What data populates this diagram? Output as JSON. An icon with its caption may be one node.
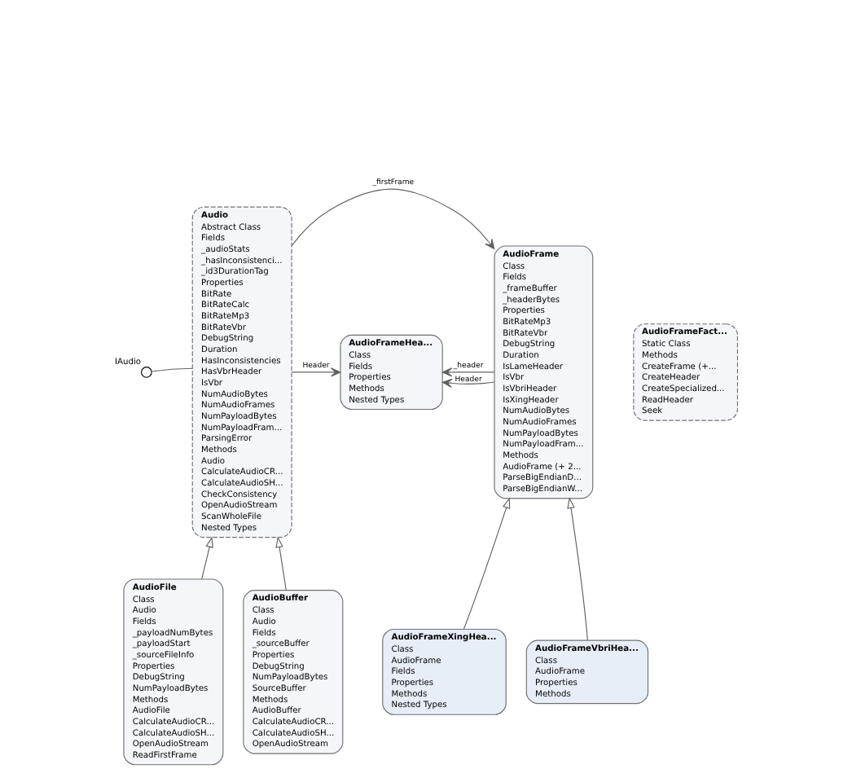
{
  "diagram": {
    "nodes": [
      {
        "text": [],
        "shape": "circle",
        "beside": [
          "IAudio"
        ]
      },
      {
        "text": [
          "Audio",
          "Abstract Class",
          "Fields",
          "_audioStats",
          "_hasInconsistenci...",
          "_id3DurationTag",
          "Properties",
          "BitRate",
          "BitRateCalc",
          "BitRateMp3",
          "BitRateVbr",
          "DebugString",
          "Duration",
          "HasInconsistencies",
          "HasVbrHeader",
          "IsVbr",
          "NumAudioBytes",
          "NumAudioFrames",
          "NumPayloadBytes",
          "NumPayloadFram...",
          "ParsingError",
          "Methods",
          "Audio",
          "CalculateAudioCR...",
          "CalculateAudioSH...",
          "CheckConsistency",
          "OpenAudioStream",
          "ScanWholeFile",
          "Nested Types"
        ]
      },
      {
        "text": [
          "AudioFrameHea...",
          "Class",
          "Fields",
          "Properties",
          "Methods",
          "Nested Types"
        ]
      },
      {
        "text": [
          "AudioFrame",
          "Class",
          "Fields",
          "_frameBuffer",
          "_headerBytes",
          "Properties",
          "BitRateMp3",
          "BitRateVbr",
          "DebugString",
          "Duration",
          "IsLameHeader",
          "IsVbr",
          "IsVbriHeader",
          "IsXingHeader",
          "NumAudioBytes",
          "NumAudioFrames",
          "NumPayloadBytes",
          "NumPayloadFram...",
          "Methods",
          "AudioFrame (+ 2...",
          "ParseBigEndianD...",
          "ParseBigEndianW..."
        ]
      },
      {
        "text": [
          "AudioFrameFact...",
          "Static Class",
          "Methods",
          "CreateFrame (+...",
          "CreateHeader",
          "CreateSpecialized...",
          "ReadHeader",
          "Seek"
        ]
      },
      {
        "text": [
          "AudioFile",
          "Class",
          "Audio",
          "Fields",
          "_payloadNumBytes",
          "_payloadStart",
          "_sourceFileInfo",
          "Properties",
          "DebugString",
          "NumPayloadBytes",
          "Methods",
          "AudioFile",
          "CalculateAudioCR...",
          "CalculateAudioSH...",
          "OpenAudioStream",
          "ReadFirstFrame"
        ]
      },
      {
        "text": [
          "AudioBuffer",
          "Class",
          "Audio",
          "Fields",
          "_sourceBuffer",
          "Properties",
          "DebugString",
          "NumPayloadBytes",
          "SourceBuffer",
          "Methods",
          "AudioBuffer",
          "CalculateAudioCR...",
          "CalculateAudioSH...",
          "OpenAudioStream"
        ]
      },
      {
        "text": [
          "AudioFrameXingHea...",
          "Class",
          "AudioFrame",
          "Fields",
          "Properties",
          "Methods",
          "Nested Types"
        ]
      },
      {
        "text": [
          "AudioFrameVbriHea...",
          "Class",
          "AudioFrame",
          "Properties",
          "Methods"
        ]
      }
    ],
    "edges": [
      {
        "from": 0,
        "to": 1,
        "arrow": "none"
      },
      {
        "from": 1,
        "to": 2,
        "arrow": "to",
        "label": "Header"
      },
      {
        "from": 3,
        "to": 2,
        "arrow": "to",
        "label": "Header"
      },
      {
        "from": 3,
        "to": 2,
        "arrow": "to",
        "label": "_header"
      },
      {
        "from": 1,
        "to": 3,
        "arrow": "to",
        "label": "_firstFrame"
      },
      {
        "from": 5,
        "to": 1,
        "arrow": "to"
      },
      {
        "from": 6,
        "to": 1,
        "arrow": "to"
      },
      {
        "from": 7,
        "to": 3,
        "arrow": "to"
      },
      {
        "from": 8,
        "to": 3,
        "arrow": "to"
      }
    ]
  }
}
